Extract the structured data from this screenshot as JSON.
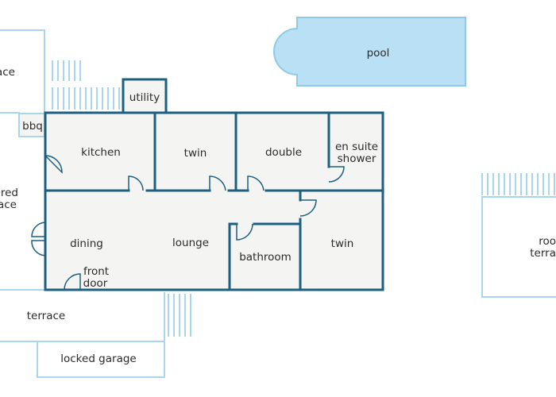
{
  "colors": {
    "wall": "#1d5f82",
    "outdoor_line": "#a9d6ec",
    "room_fill": "#f4f4f2",
    "pool_fill": "#b9e0f4",
    "pool_stroke": "#8fcbe6",
    "text": "#2b2b2b"
  },
  "outdoor": {
    "pool": "pool",
    "terrace_top_left": "ace",
    "bbq": "bbq",
    "covered_terrace_line1": "ered",
    "covered_terrace_line2": "ace",
    "terrace_bottom": "terrace",
    "locked_garage": "locked garage",
    "roof_terrace_line1": "roo",
    "roof_terrace_line2": "terra"
  },
  "rooms": {
    "utility": "utility",
    "kitchen": "kitchen",
    "twin_upper": "twin",
    "double": "double",
    "en_suite_line1": "en suite",
    "en_suite_line2": "shower",
    "dining": "dining",
    "lounge": "lounge",
    "front_door_line1": "front",
    "front_door_line2": "door",
    "bathroom": "bathroom",
    "twin_lower": "twin"
  }
}
